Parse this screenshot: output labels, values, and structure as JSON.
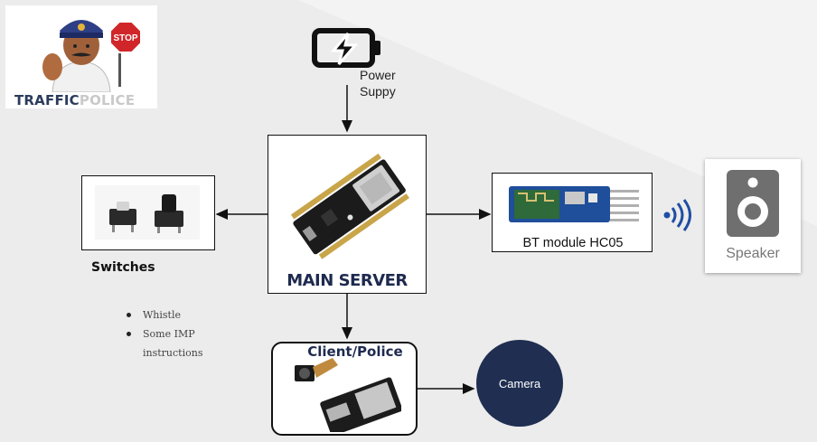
{
  "logo": {
    "text_dark": "TRAFFIC",
    "text_light": "POLICE",
    "sign": "STOP"
  },
  "power": {
    "label_line1": "Power",
    "label_line2": "Suppy"
  },
  "main_server": {
    "label": "MAIN SERVER"
  },
  "bt_module": {
    "label": "BT module HC05"
  },
  "speaker": {
    "label": "Speaker"
  },
  "switches": {
    "title": "Switches",
    "bullets": [
      "Whistle",
      "Some IMP",
      "instructions"
    ]
  },
  "client": {
    "label": "Client/Police"
  },
  "camera": {
    "label": "Camera"
  },
  "colors": {
    "navy": "#1f2e51",
    "title_navy": "#1e2a4f",
    "stop_red": "#d0262a"
  }
}
